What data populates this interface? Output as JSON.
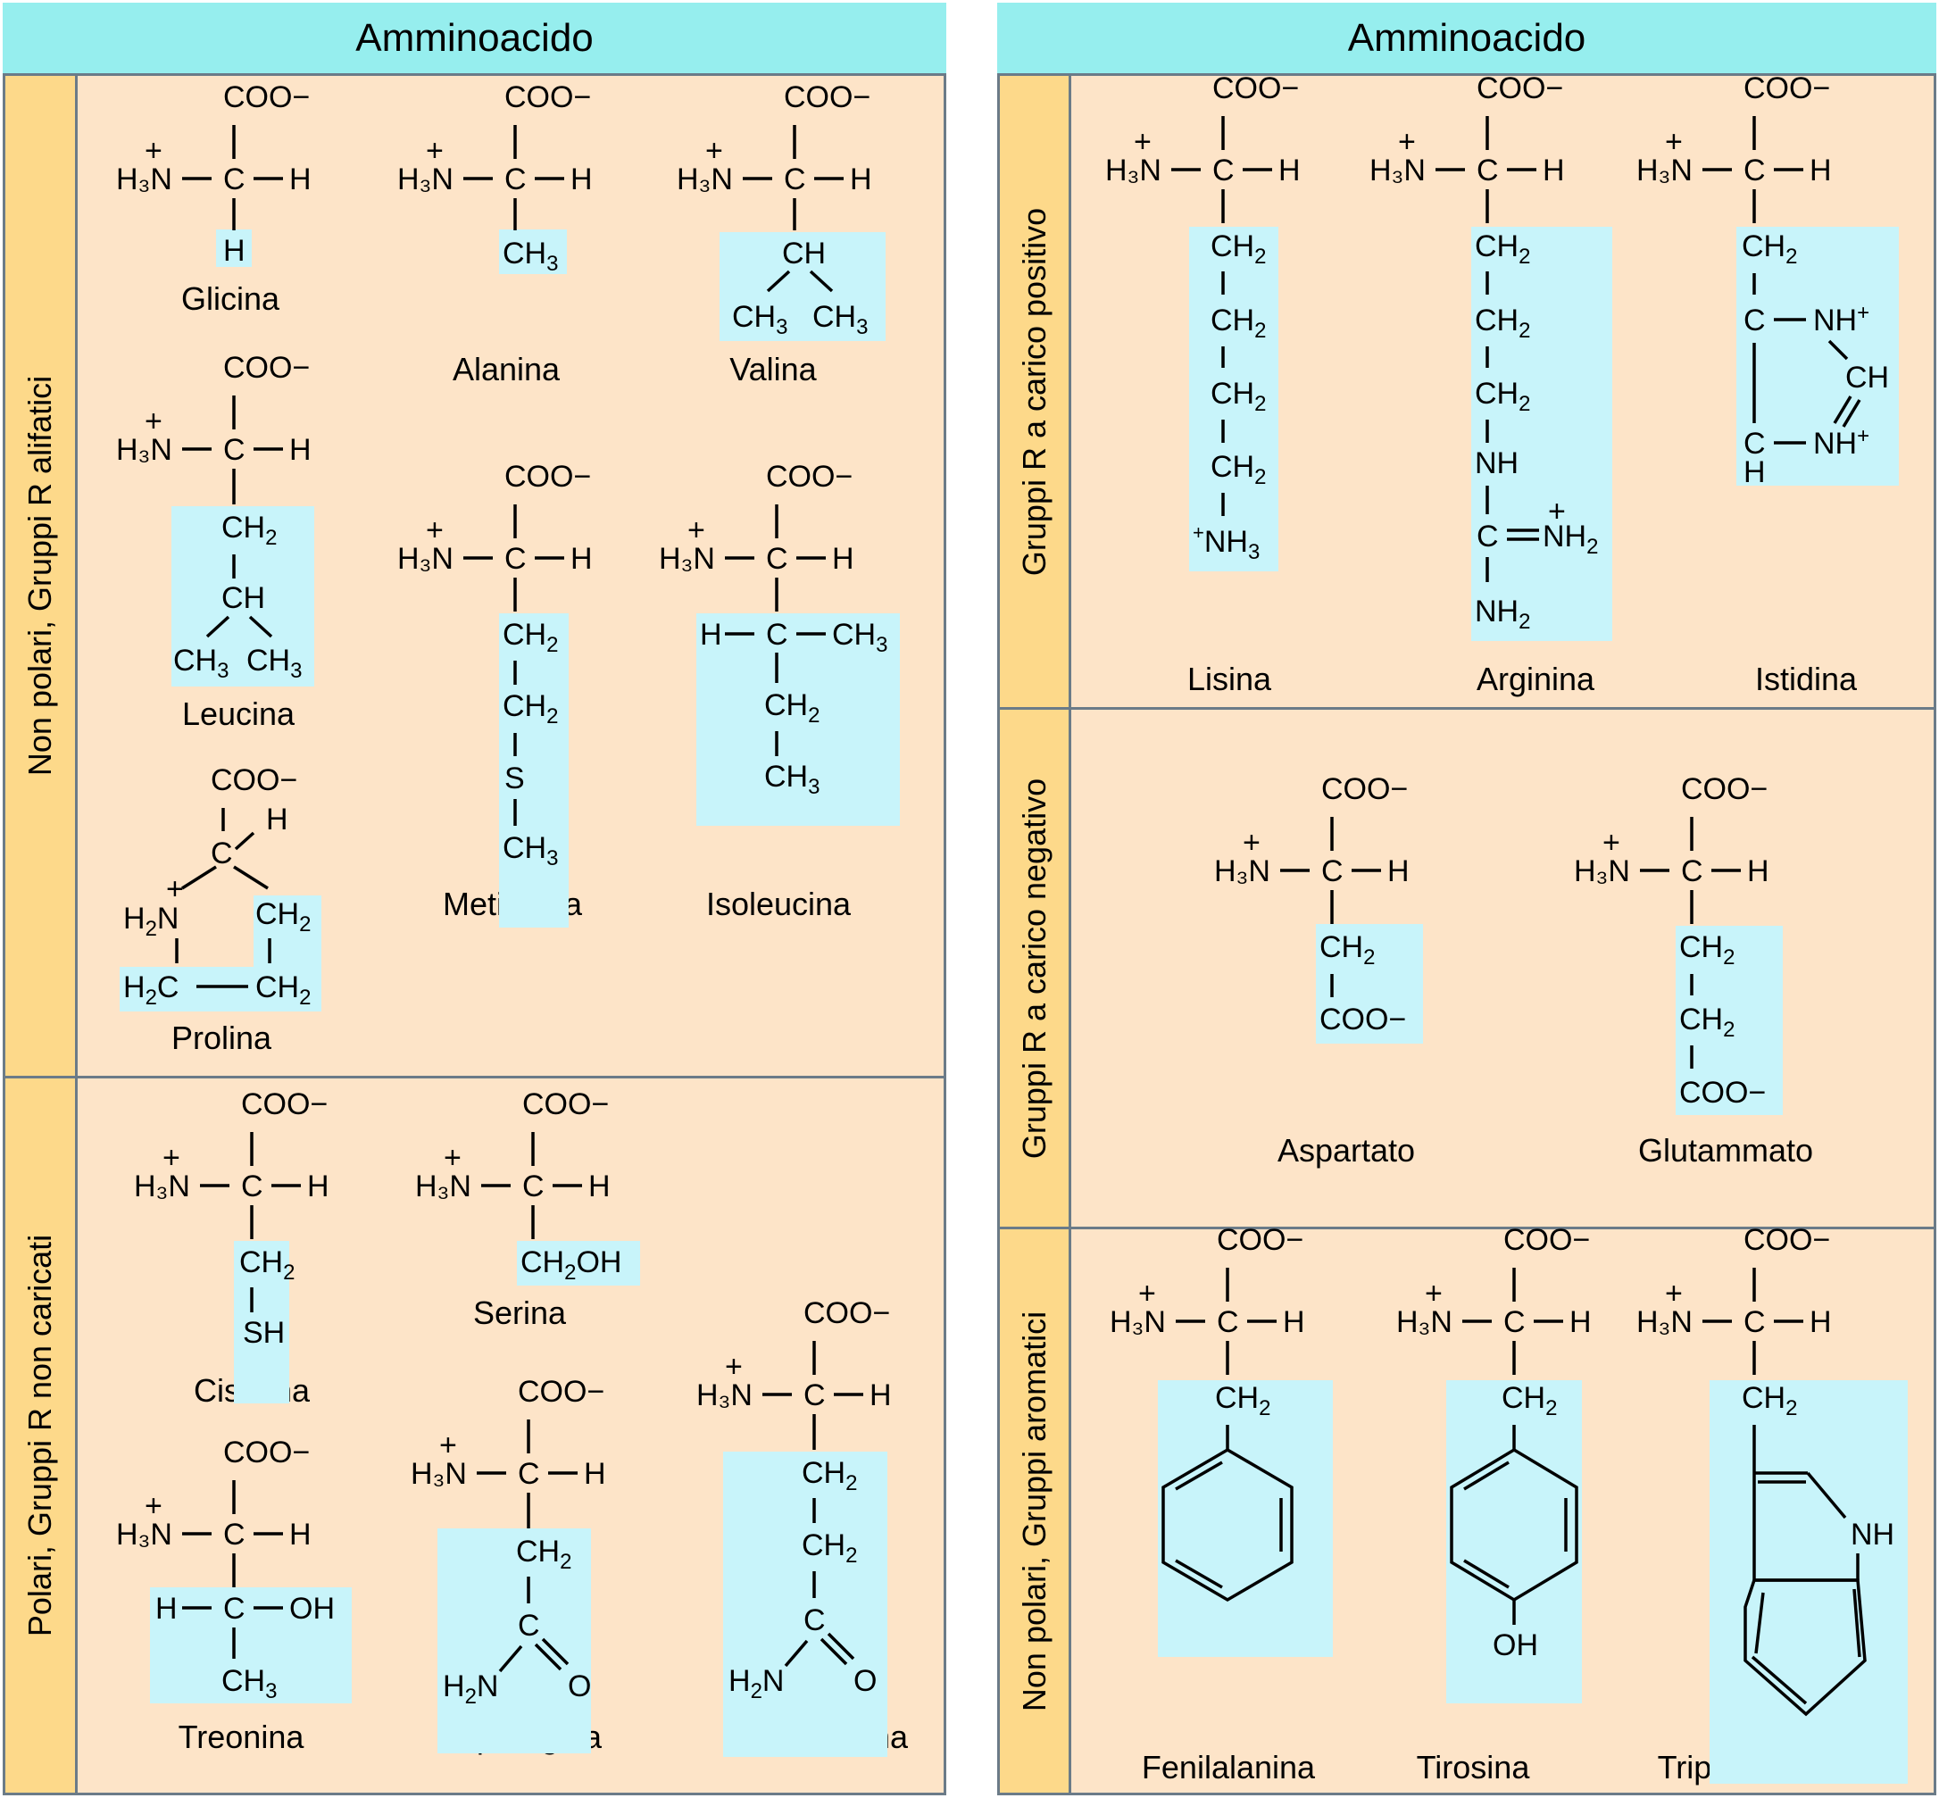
{
  "left": {
    "header": "Amminoacido",
    "groups": [
      {
        "label": "Non polari, Gruppi R alifatici",
        "aminoacids": [
          "Glicina",
          "Alanina",
          "Valina",
          "Leucina",
          "Metionina",
          "Isoleucina",
          "Prolina"
        ]
      },
      {
        "label": "Polari, Gruppi R non caricati",
        "aminoacids": [
          "Cisteina",
          "Serina",
          "Treonina",
          "Asparagina",
          "Glutammina"
        ]
      }
    ]
  },
  "right": {
    "header": "Amminoacido",
    "groups": [
      {
        "label": "Gruppi R a carico positivo",
        "aminoacids": [
          "Lisina",
          "Arginina",
          "Istidina"
        ]
      },
      {
        "label": "Gruppi R a carico negativo",
        "aminoacids": [
          "Aspartato",
          "Glutammato"
        ]
      },
      {
        "label": "Non polari, Gruppi aromatici",
        "aminoacids": [
          "Fenilalanina",
          "Tirosina",
          "Triptofano"
        ]
      }
    ]
  },
  "formula": {
    "carboxylate": "COO−",
    "amino": "H₃N",
    "amino_charge": "+",
    "alpha_c": "C",
    "h": "H"
  },
  "colors": {
    "panel": "#fde4c8",
    "header": "#96eeee",
    "side": "#fdd98a",
    "highlight": "#c8f4fa",
    "border": "#6b7b88"
  }
}
